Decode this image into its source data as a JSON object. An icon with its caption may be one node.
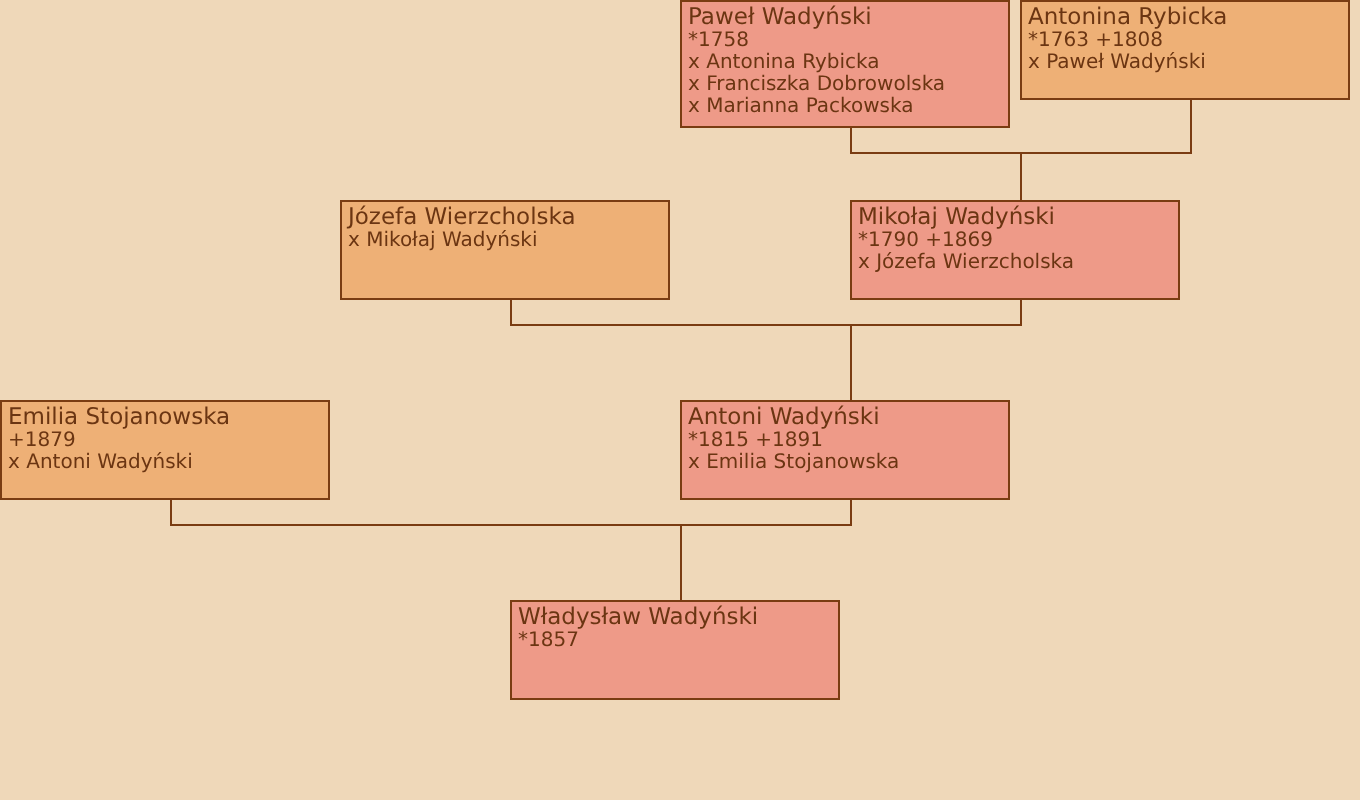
{
  "diagram": {
    "nodes": [
      {
        "text": [
          "Paweł Wadyński",
          "*1758",
          "x Antonina Rybicka",
          "x Franciszka Dobrowolska",
          "x Marianna Packowska"
        ]
      },
      {
        "text": [
          "Antonina Rybicka",
          "*1763 +1808",
          "x Paweł Wadyński"
        ]
      },
      {
        "text": [
          "Józefa Wierzcholska",
          "x Mikołaj Wadyński"
        ]
      },
      {
        "text": [
          "Mikołaj Wadyński",
          "*1790 +1869",
          "x Józefa Wierzcholska"
        ]
      },
      {
        "text": [
          "Emilia Stojanowska",
          "+1879",
          "x Antoni Wadyński"
        ]
      },
      {
        "text": [
          "Antoni Wadyński",
          "*1815 +1891",
          "x Emilia Stojanowska"
        ]
      },
      {
        "text": [
          "Władysław Wadyński",
          "*1857"
        ]
      }
    ],
    "edges": [
      {
        "from": 0,
        "to": 3,
        "arrow": "none"
      },
      {
        "from": 1,
        "to": 3,
        "arrow": "none"
      },
      {
        "from": 2,
        "to": 5,
        "arrow": "none"
      },
      {
        "from": 3,
        "to": 5,
        "arrow": "none"
      },
      {
        "from": 4,
        "to": 6,
        "arrow": "none"
      },
      {
        "from": 5,
        "to": 6,
        "arrow": "none"
      }
    ]
  }
}
